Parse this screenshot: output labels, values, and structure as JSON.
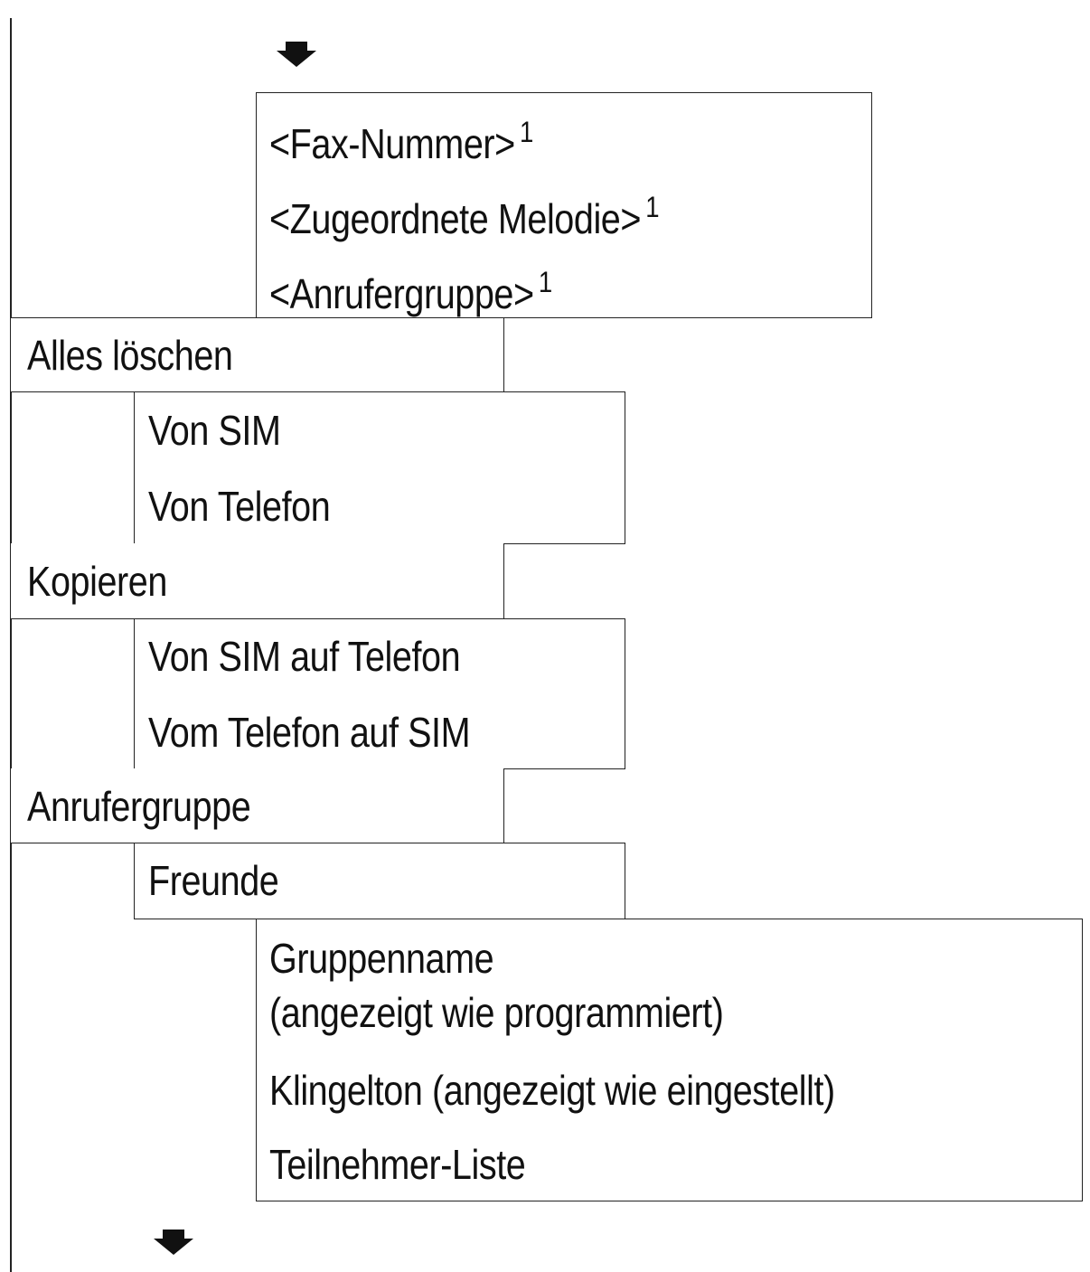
{
  "diagram": {
    "top_level": [
      {
        "label": "Alles löschen"
      },
      {
        "label": "Kopieren"
      },
      {
        "label": "Anrufergruppe"
      }
    ],
    "fields": {
      "fax": "<Fax-Nummer>",
      "melodie": "<Zugeordnete Melodie>",
      "gruppe": "<Anrufergruppe>",
      "footnote": "1"
    },
    "alles_loeschen": {
      "von_sim": "Von SIM",
      "von_telefon": "Von Telefon"
    },
    "kopieren": {
      "sim_auf_telefon": "Von SIM auf Telefon",
      "telefon_auf_sim": "Vom Telefon auf SIM"
    },
    "anrufergruppe": {
      "freunde": "Freunde",
      "gruppenname_line1": "Gruppenname",
      "gruppenname_line2": "(angezeigt wie programmiert)",
      "klingelton": "Klingelton (angezeigt wie eingestellt)",
      "teilnehmer": "Teilnehmer-Liste"
    }
  }
}
